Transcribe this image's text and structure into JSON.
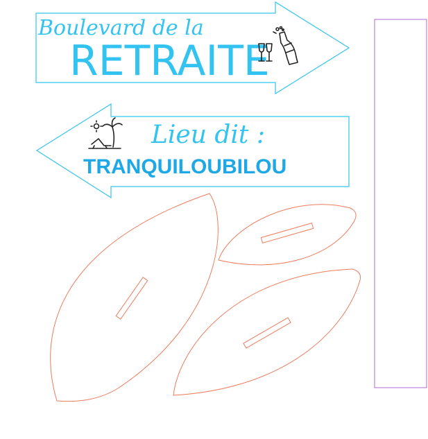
{
  "colors": {
    "sign_outline": "#33c3f0",
    "sign_text": "#33c3f0",
    "sign_text_strong": "#1fa8e6",
    "cut_outline": "#f07a5a",
    "strip_outline": "#b06ad6",
    "icon_stroke": "#222222"
  },
  "signs": {
    "top": {
      "line1": "Boulevard de la",
      "line2": "RETRAITE",
      "icon": "champagne-icon"
    },
    "bottom": {
      "line1": "Lieu dit :",
      "line2": "TRANQUILOUBILOU",
      "icon": "beach-palm-icon"
    }
  }
}
